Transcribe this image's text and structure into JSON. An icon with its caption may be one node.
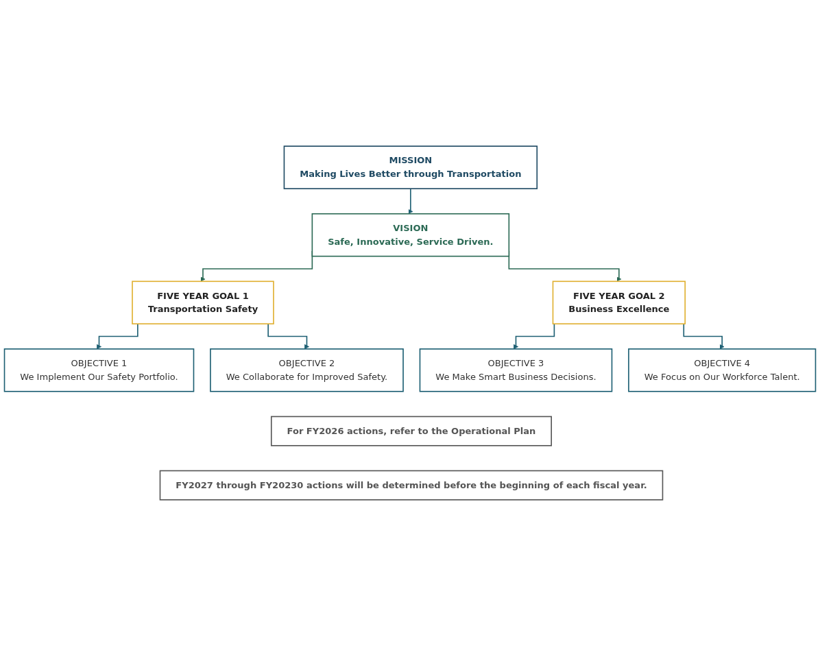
{
  "diagram": {
    "nodes": [
      {
        "text": [
          "MISSION",
          "Making Lives Better through Transportation"
        ]
      },
      {
        "text": [
          "VISION",
          "Safe, Innovative, Service Driven."
        ]
      },
      {
        "text": [
          "FIVE YEAR GOAL 1",
          "Transportation Safety"
        ]
      },
      {
        "text": [
          "FIVE YEAR GOAL 2",
          "Business Excellence"
        ]
      },
      {
        "text": [
          "OBJECTIVE 1",
          "We Implement Our Safety Portfolio."
        ]
      },
      {
        "text": [
          "OBJECTIVE 2",
          "We Collaborate for Improved Safety."
        ]
      },
      {
        "text": [
          "OBJECTIVE 3",
          "We Make Smart Business Decisions."
        ]
      },
      {
        "text": [
          "OBJECTIVE 4",
          "We Focus on Our Workforce Talent."
        ]
      },
      {
        "text": [
          "For FY2026 actions, refer to the Operational Plan"
        ]
      },
      {
        "text": [
          "FY2027 through FY20230 actions will be determined before the beginning of each fiscal year."
        ]
      }
    ],
    "edges": [
      {
        "from": 0,
        "to": 1,
        "arrow": "to"
      },
      {
        "from": 1,
        "to": 2,
        "arrow": "to",
        "color": "#2c6a55"
      },
      {
        "from": 1,
        "to": 3,
        "arrow": "to",
        "color": "#2c6a55"
      },
      {
        "from": 2,
        "to": 4,
        "arrow": "to"
      },
      {
        "from": 2,
        "to": 5,
        "arrow": "to"
      },
      {
        "from": 3,
        "to": 6,
        "arrow": "to"
      },
      {
        "from": 3,
        "to": 7,
        "arrow": "to"
      }
    ]
  }
}
